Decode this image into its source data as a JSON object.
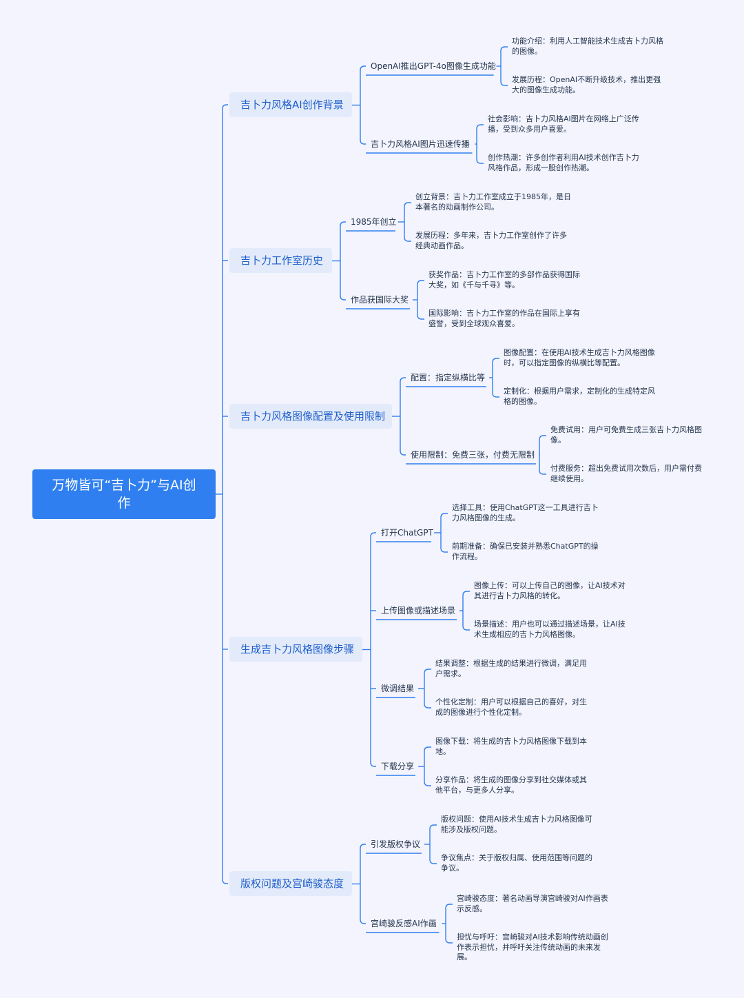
{
  "root": "万物皆可“吉卜力”与AI创作",
  "colors": {
    "background": "#f3f4fd",
    "root": "#2f7ff0",
    "branch_bg": "#e3ebfb",
    "branch_text": "#1f5ec9",
    "line": "#2f7ff0",
    "text": "#26364f"
  },
  "branches": [
    {
      "label": "吉卜力风格AI创作背景",
      "children": [
        {
          "label": "OpenAI推出GPT-4o图像生成功能",
          "leaves": [
            "功能介绍：利用人工智能技术生成吉卜力风格的图像。",
            "发展历程：OpenAI不断升级技术，推出更强大的图像生成功能。"
          ]
        },
        {
          "label": "吉卜力风格AI图片迅速传播",
          "leaves": [
            "社会影响：吉卜力风格AI图片在网络上广泛传播，受到众多用户喜爱。",
            "创作热潮：许多创作者利用AI技术创作吉卜力风格作品，形成一股创作热潮。"
          ]
        }
      ]
    },
    {
      "label": "吉卜力工作室历史",
      "children": [
        {
          "label": "1985年创立",
          "leaves": [
            "创立背景：吉卜力工作室成立于1985年，是日本著名的动画制作公司。",
            "发展历程：多年来，吉卜力工作室创作了许多经典动画作品。"
          ]
        },
        {
          "label": "作品获国际大奖",
          "leaves": [
            "获奖作品：吉卜力工作室的多部作品获得国际大奖，如《千与千寻》等。",
            "国际影响：吉卜力工作室的作品在国际上享有盛誉，受到全球观众喜爱。"
          ]
        }
      ]
    },
    {
      "label": "吉卜力风格图像配置及使用限制",
      "children": [
        {
          "label": "配置：指定纵横比等",
          "leaves": [
            "图像配置：在使用AI技术生成吉卜力风格图像时，可以指定图像的纵横比等配置。",
            "定制化：根据用户需求，定制化的生成特定风格的图像。"
          ]
        },
        {
          "label": "使用限制：免费三张，付费无限制",
          "leaves": [
            "免费试用：用户可免费生成三张吉卜力风格图像。",
            "付费服务：超出免费试用次数后，用户需付费继续使用。"
          ]
        }
      ]
    },
    {
      "label": "生成吉卜力风格图像步骤",
      "children": [
        {
          "label": "打开ChatGPT",
          "leaves": [
            "选择工具：使用ChatGPT这一工具进行吉卜力风格图像的生成。",
            "前期准备：确保已安装并熟悉ChatGPT的操作流程。"
          ]
        },
        {
          "label": "上传图像或描述场景",
          "leaves": [
            "图像上传：可以上传自己的图像，让AI技术对其进行吉卜力风格的转化。",
            "场景描述：用户也可以通过描述场景，让AI技术生成相应的吉卜力风格图像。"
          ]
        },
        {
          "label": "微调结果",
          "leaves": [
            "结果调整：根据生成的结果进行微调，满足用户需求。",
            "个性化定制：用户可以根据自己的喜好，对生成的图像进行个性化定制。"
          ]
        },
        {
          "label": "下载分享",
          "leaves": [
            "图像下载：将生成的吉卜力风格图像下载到本地。",
            "分享作品：将生成的图像分享到社交媒体或其他平台，与更多人分享。"
          ]
        }
      ]
    },
    {
      "label": "版权问题及宫崎骏态度",
      "children": [
        {
          "label": "引发版权争议",
          "leaves": [
            "版权问题：使用AI技术生成吉卜力风格图像可能涉及版权问题。",
            "争议焦点：关于版权归属、使用范围等问题的争议。"
          ]
        },
        {
          "label": "宫崎骏反感AI作画",
          "leaves": [
            "宫崎骏态度：著名动画导演宫崎骏对AI作画表示反感。",
            "担忧与呼吁：宫崎骏对AI技术影响传统动画创作表示担忧，并呼吁关注传统动画的未来发展。"
          ]
        }
      ]
    }
  ]
}
